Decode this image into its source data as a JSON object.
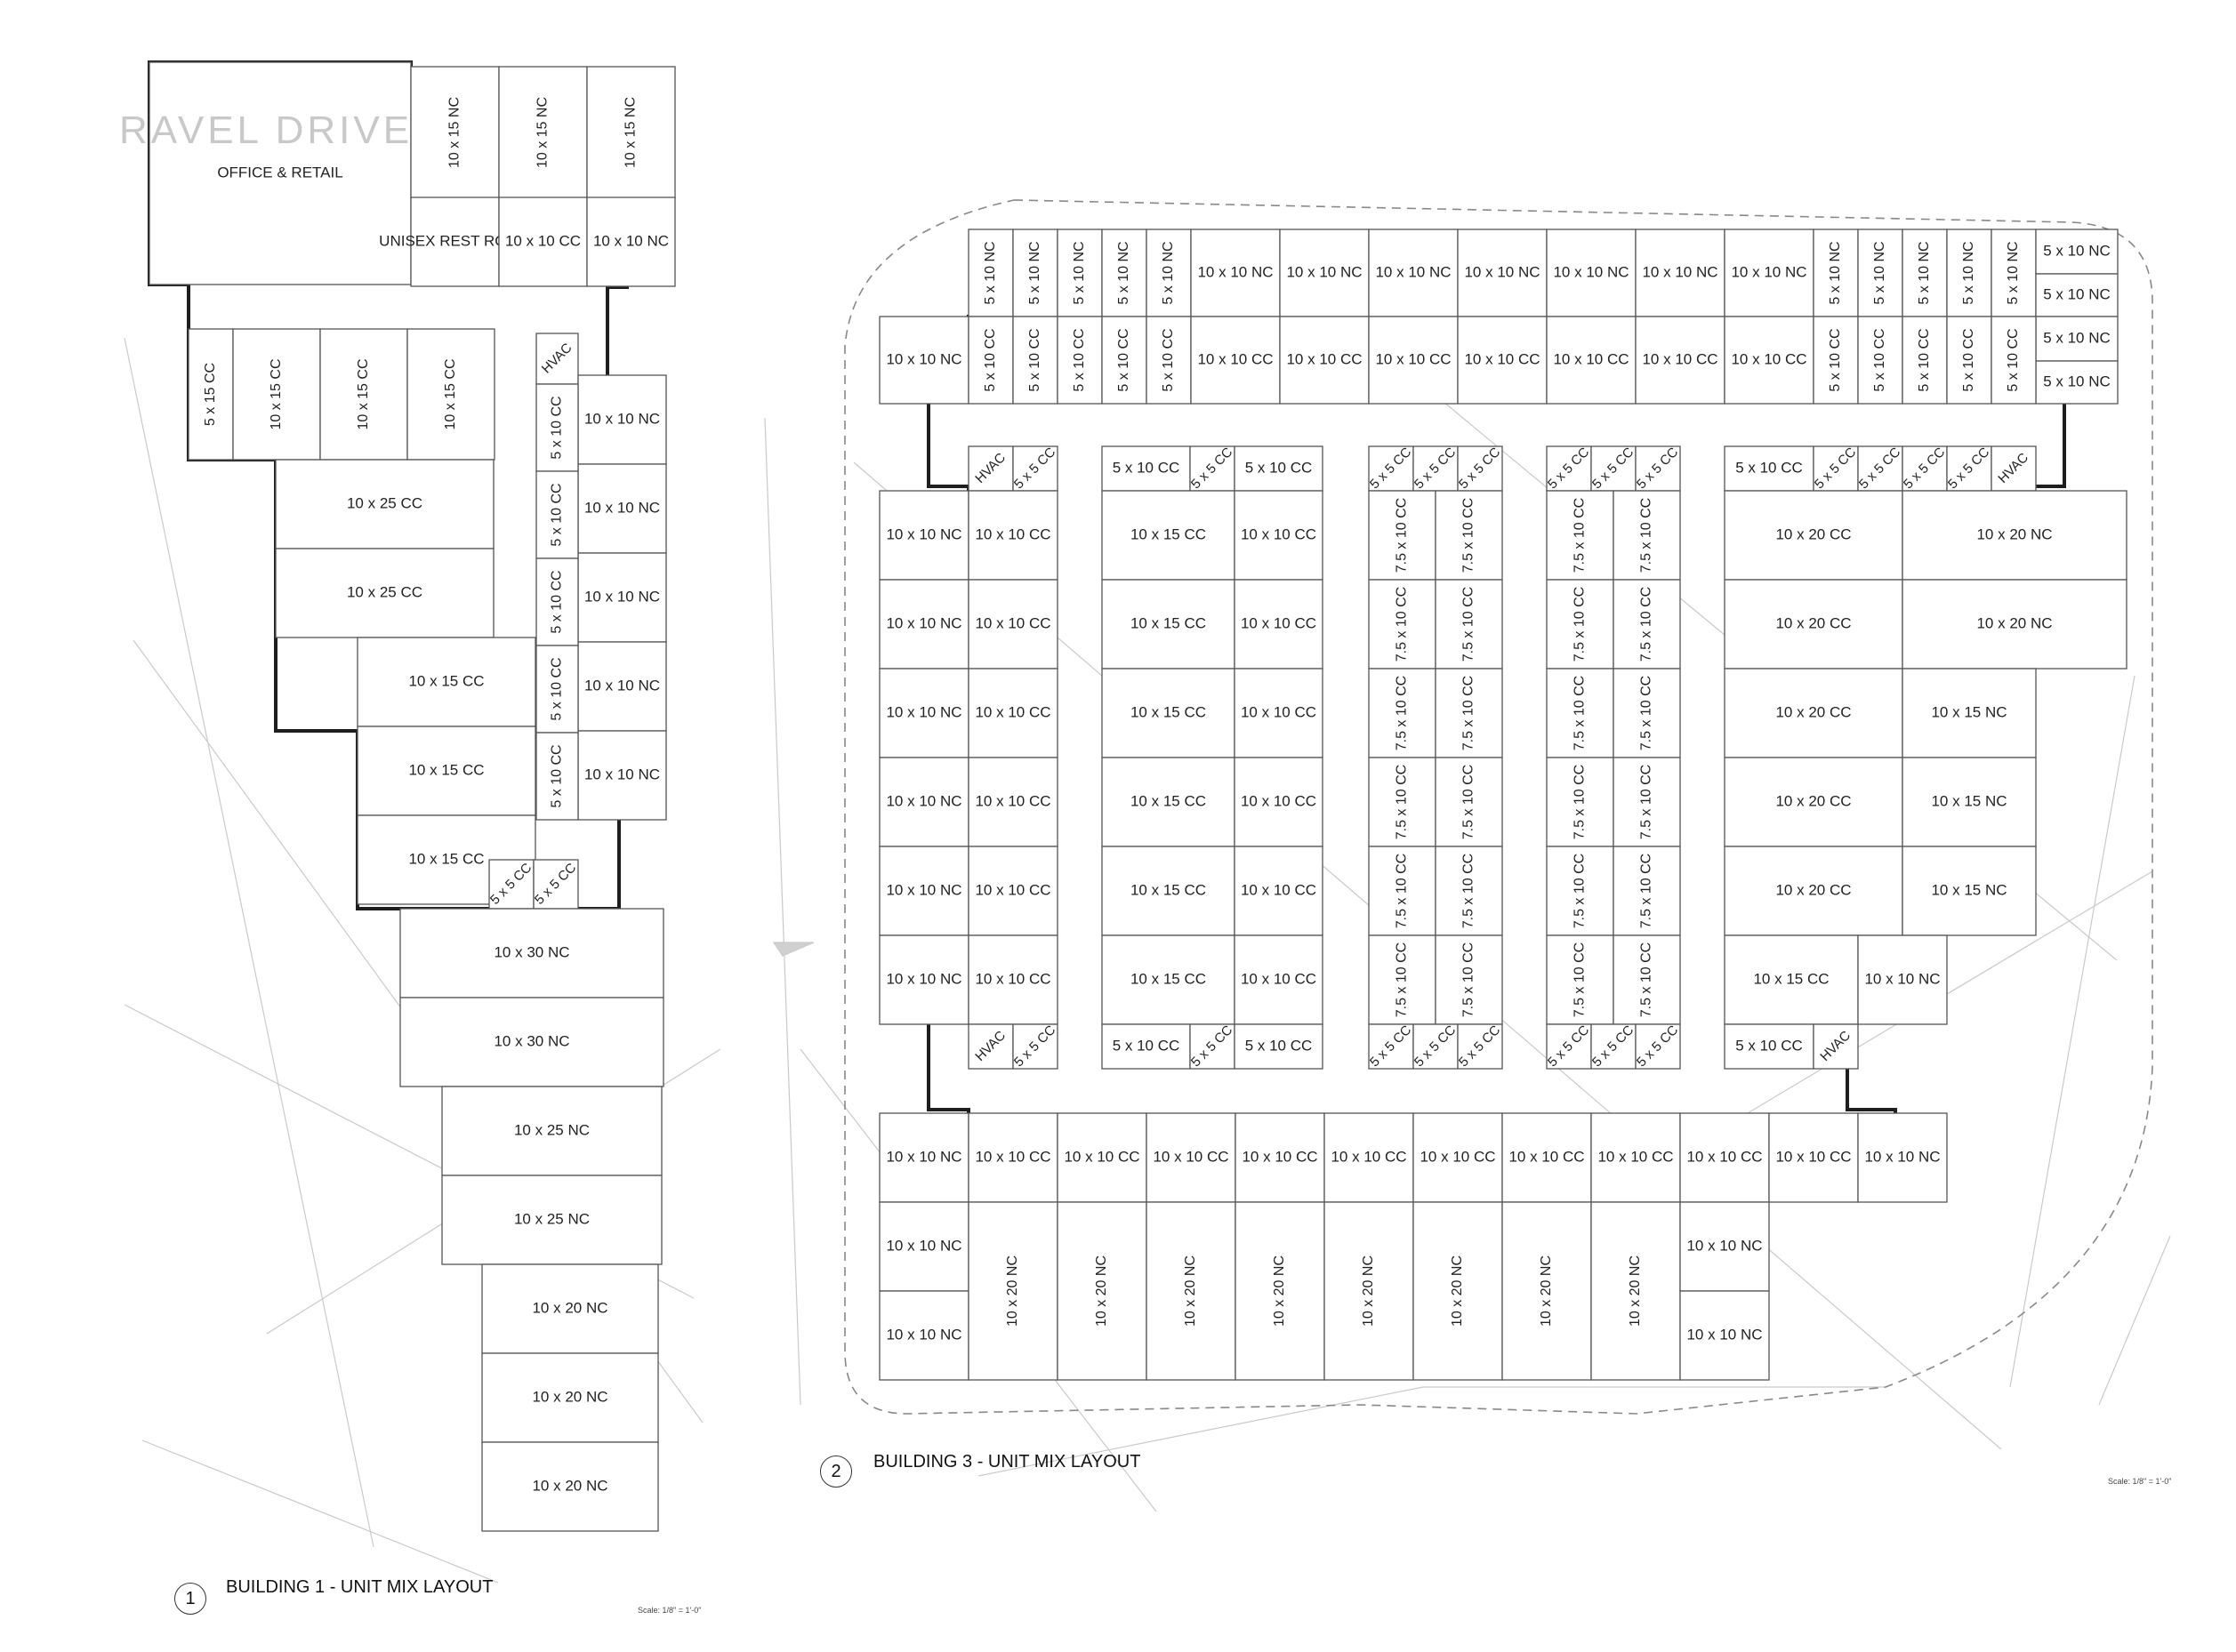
{
  "buildings": [
    {
      "number": "1",
      "title": "BUILDING 1 - UNIT MIX LAYOUT",
      "scale": "Scale: 1/8\" = 1'-0\"",
      "street_label": "RAVEL DRIVE",
      "units": [
        {
          "label": "OFFICE & RETAIL"
        },
        {
          "label": "10 x 15 NC"
        },
        {
          "label": "10 x 15 NC"
        },
        {
          "label": "10 x 15 NC"
        },
        {
          "label": "UNISEX REST ROOM"
        },
        {
          "label": "10 x 10 CC"
        },
        {
          "label": "10 x 10 NC"
        },
        {
          "label": "5 x 15 CC"
        },
        {
          "label": "10 x 15 CC"
        },
        {
          "label": "10 x 15 CC"
        },
        {
          "label": "10 x 15 CC"
        },
        {
          "label": "HVAC"
        },
        {
          "label": "10 x 10 NC"
        },
        {
          "label": "10 x 10 NC"
        },
        {
          "label": "10 x 10 NC"
        },
        {
          "label": "10 x 10 NC"
        },
        {
          "label": "10 x 10 NC"
        },
        {
          "label": "5 x 10 CC"
        },
        {
          "label": "5 x 10 CC"
        },
        {
          "label": "5 x 10 CC"
        },
        {
          "label": "5 x 10 CC"
        },
        {
          "label": "5 x 10 CC"
        },
        {
          "label": "10 x 25 CC"
        },
        {
          "label": "10 x 25 CC"
        },
        {
          "label": "10 x 15 CC"
        },
        {
          "label": "10 x 15 CC"
        },
        {
          "label": "10 x 15 CC"
        },
        {
          "label": "5 x 5 CC"
        },
        {
          "label": "5 x 5 CC"
        },
        {
          "label": "10 x 30 NC"
        },
        {
          "label": "10 x 30 NC"
        },
        {
          "label": "10 x 25 NC"
        },
        {
          "label": "10 x 25 NC"
        },
        {
          "label": "10 x 20 NC"
        },
        {
          "label": "10 x 20 NC"
        },
        {
          "label": "10 x 20 NC"
        }
      ]
    },
    {
      "number": "2",
      "title": "BUILDING 3 - UNIT MIX LAYOUT",
      "scale": "Scale: 1/8\" = 1'-0\"",
      "units": [
        {
          "label": "5 x 10 NC"
        },
        {
          "label": "5 x 10 NC"
        },
        {
          "label": "5 x 10 NC"
        },
        {
          "label": "5 x 10 NC"
        },
        {
          "label": "5 x 10 NC"
        },
        {
          "label": "10 x 10 NC"
        },
        {
          "label": "10 x 10 NC"
        },
        {
          "label": "10 x 10 NC"
        },
        {
          "label": "10 x 10 NC"
        },
        {
          "label": "10 x 10 NC"
        },
        {
          "label": "10 x 10 NC"
        },
        {
          "label": "10 x 10 NC"
        },
        {
          "label": "5 x 10 NC"
        },
        {
          "label": "5 x 10 NC"
        },
        {
          "label": "5 x 10 NC"
        },
        {
          "label": "5 x 10 NC"
        },
        {
          "label": "5 x 10 NC"
        },
        {
          "label": "5 x 10 NC"
        },
        {
          "label": "5 x 10 NC"
        },
        {
          "label": "5 x 10 NC"
        },
        {
          "label": "5 x 10 NC"
        },
        {
          "label": "10 x 10 NC"
        },
        {
          "label": "5 x 10 CC"
        },
        {
          "label": "5 x 10 CC"
        },
        {
          "label": "5 x 10 CC"
        },
        {
          "label": "5 x 10 CC"
        },
        {
          "label": "5 x 10 CC"
        },
        {
          "label": "10 x 10 CC"
        },
        {
          "label": "10 x 10 CC"
        },
        {
          "label": "10 x 10 CC"
        },
        {
          "label": "10 x 10 CC"
        },
        {
          "label": "10 x 10 CC"
        },
        {
          "label": "10 x 10 CC"
        },
        {
          "label": "10 x 10 CC"
        },
        {
          "label": "5 x 10 CC"
        },
        {
          "label": "5 x 10 CC"
        },
        {
          "label": "5 x 10 CC"
        },
        {
          "label": "5 x 10 CC"
        },
        {
          "label": "5 x 10 CC"
        },
        {
          "label": "10 x 10 NC"
        },
        {
          "label": "10 x 10 NC"
        },
        {
          "label": "10 x 10 NC"
        },
        {
          "label": "10 x 10 NC"
        },
        {
          "label": "10 x 10 NC"
        },
        {
          "label": "10 x 10 NC"
        },
        {
          "label": "HVAC"
        },
        {
          "label": "5 x 5 CC"
        },
        {
          "label": "10 x 10 CC"
        },
        {
          "label": "10 x 10 CC"
        },
        {
          "label": "10 x 10 CC"
        },
        {
          "label": "10 x 10 CC"
        },
        {
          "label": "10 x 10 CC"
        },
        {
          "label": "10 x 10 CC"
        },
        {
          "label": "HVAC"
        },
        {
          "label": "5 x 5 CC"
        },
        {
          "label": "5 x 10 CC"
        },
        {
          "label": "5 x 5 CC"
        },
        {
          "label": "5 x 10 CC"
        },
        {
          "label": "10 x 15 CC"
        },
        {
          "label": "10 x 15 CC"
        },
        {
          "label": "10 x 15 CC"
        },
        {
          "label": "10 x 15 CC"
        },
        {
          "label": "10 x 15 CC"
        },
        {
          "label": "10 x 15 CC"
        },
        {
          "label": "10 x 10 CC"
        },
        {
          "label": "10 x 10 CC"
        },
        {
          "label": "10 x 10 CC"
        },
        {
          "label": "10 x 10 CC"
        },
        {
          "label": "10 x 10 CC"
        },
        {
          "label": "10 x 10 CC"
        },
        {
          "label": "5 x 10 CC"
        },
        {
          "label": "5 x 5 CC"
        },
        {
          "label": "5 x 10 CC"
        },
        {
          "label": "5 x 5 CC"
        },
        {
          "label": "5 x 5 CC"
        },
        {
          "label": "5 x 5 CC"
        },
        {
          "label": "7.5 x 10 CC"
        },
        {
          "label": "7.5 x 10 CC"
        },
        {
          "label": "7.5 x 10 CC"
        },
        {
          "label": "7.5 x 10 CC"
        },
        {
          "label": "7.5 x 10 CC"
        },
        {
          "label": "7.5 x 10 CC"
        },
        {
          "label": "7.5 x 10 CC"
        },
        {
          "label": "7.5 x 10 CC"
        },
        {
          "label": "7.5 x 10 CC"
        },
        {
          "label": "7.5 x 10 CC"
        },
        {
          "label": "7.5 x 10 CC"
        },
        {
          "label": "7.5 x 10 CC"
        },
        {
          "label": "5 x 5 CC"
        },
        {
          "label": "5 x 5 CC"
        },
        {
          "label": "5 x 5 CC"
        },
        {
          "label": "5 x 5 CC"
        },
        {
          "label": "5 x 5 CC"
        },
        {
          "label": "5 x 5 CC"
        },
        {
          "label": "7.5 x 10 CC"
        },
        {
          "label": "7.5 x 10 CC"
        },
        {
          "label": "7.5 x 10 CC"
        },
        {
          "label": "7.5 x 10 CC"
        },
        {
          "label": "7.5 x 10 CC"
        },
        {
          "label": "7.5 x 10 CC"
        },
        {
          "label": "7.5 x 10 CC"
        },
        {
          "label": "7.5 x 10 CC"
        },
        {
          "label": "7.5 x 10 CC"
        },
        {
          "label": "7.5 x 10 CC"
        },
        {
          "label": "7.5 x 10 CC"
        },
        {
          "label": "7.5 x 10 CC"
        },
        {
          "label": "5 x 5 CC"
        },
        {
          "label": "5 x 5 CC"
        },
        {
          "label": "5 x 5 CC"
        },
        {
          "label": "5 x 10 CC"
        },
        {
          "label": "5 x 5 CC"
        },
        {
          "label": "5 x 5 CC"
        },
        {
          "label": "5 x 5 CC"
        },
        {
          "label": "5 x 5 CC"
        },
        {
          "label": "HVAC"
        },
        {
          "label": "10 x 20 CC"
        },
        {
          "label": "10 x 20 CC"
        },
        {
          "label": "10 x 20 CC"
        },
        {
          "label": "10 x 20 CC"
        },
        {
          "label": "10 x 20 CC"
        },
        {
          "label": "10 x 15 CC"
        },
        {
          "label": "5 x 10 CC"
        },
        {
          "label": "HVAC"
        },
        {
          "label": "10 x 20 NC"
        },
        {
          "label": "10 x 20 NC"
        },
        {
          "label": "10 x 15 NC"
        },
        {
          "label": "10 x 15 NC"
        },
        {
          "label": "10 x 15 NC"
        },
        {
          "label": "10 x 10 NC"
        },
        {
          "label": "10 x 10 NC"
        },
        {
          "label": "10 x 10 CC"
        },
        {
          "label": "10 x 10 CC"
        },
        {
          "label": "10 x 10 CC"
        },
        {
          "label": "10 x 10 CC"
        },
        {
          "label": "10 x 10 CC"
        },
        {
          "label": "10 x 10 CC"
        },
        {
          "label": "10 x 10 CC"
        },
        {
          "label": "10 x 10 CC"
        },
        {
          "label": "10 x 10 CC"
        },
        {
          "label": "10 x 10 CC"
        },
        {
          "label": "10 x 10 NC"
        },
        {
          "label": "10 x 10 NC"
        },
        {
          "label": "10 x 10 NC"
        },
        {
          "label": "10 x 20 NC"
        },
        {
          "label": "10 x 20 NC"
        },
        {
          "label": "10 x 20 NC"
        },
        {
          "label": "10 x 20 NC"
        },
        {
          "label": "10 x 20 NC"
        },
        {
          "label": "10 x 20 NC"
        },
        {
          "label": "10 x 20 NC"
        },
        {
          "label": "10 x 20 NC"
        },
        {
          "label": "10 x 10 NC"
        },
        {
          "label": "10 x 10 NC"
        }
      ]
    }
  ]
}
